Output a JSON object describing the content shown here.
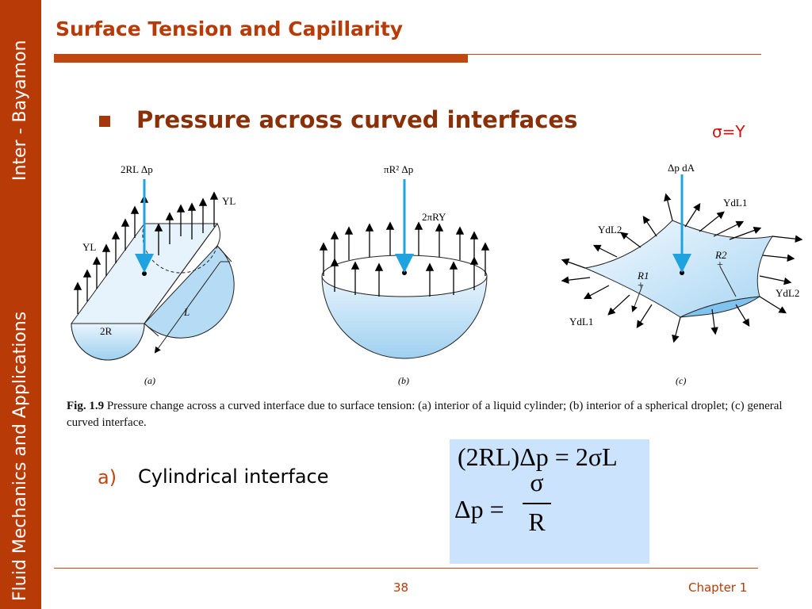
{
  "sidebar": {
    "top_text": "Inter - Bayamon",
    "bottom_text": "Fluid Mechanics and Applications"
  },
  "title": "Surface Tension and Capillarity",
  "heading": "Pressure across curved interfaces",
  "sigma_note": "σ=Y",
  "figure": {
    "panel_a": {
      "force_label": "2RL Δp",
      "yl_left": "YL",
      "yl_right": "YL",
      "diameter": "2R",
      "length": "L",
      "tag": "(a)"
    },
    "panel_b": {
      "force_label": "πR² Δp",
      "surface_force": "2πRY",
      "tag": "(b)"
    },
    "panel_c": {
      "force_label": "Δp dA",
      "ydl1_top": "YdL1",
      "ydl2_left": "YdL2",
      "r2": "R2",
      "r1": "R1",
      "ydl2_right": "YdL2",
      "ydl1_bottom": "YdL1",
      "tag": "(c)"
    },
    "caption_fig": "Fig. 1.9",
    "caption_text": " Pressure change across a curved interface due to surface tension: (a) interior of a liquid cylinder; (b) interior of a spherical droplet; (c) general curved interface."
  },
  "list_item": {
    "marker": "a)",
    "text": "Cylindrical interface"
  },
  "equations": {
    "eq1": "(2RL)Δp = 2σL",
    "eq2_lhs": "Δp =",
    "eq2_num": "σ",
    "eq2_den": "R"
  },
  "footer": {
    "page": "38",
    "chapter": "Chapter 1"
  },
  "colors": {
    "accent": "#b83a06",
    "eq_bg": "#cce3fd",
    "sigma_note": "#d01212",
    "arrow_blue": "#1fa3e0"
  }
}
